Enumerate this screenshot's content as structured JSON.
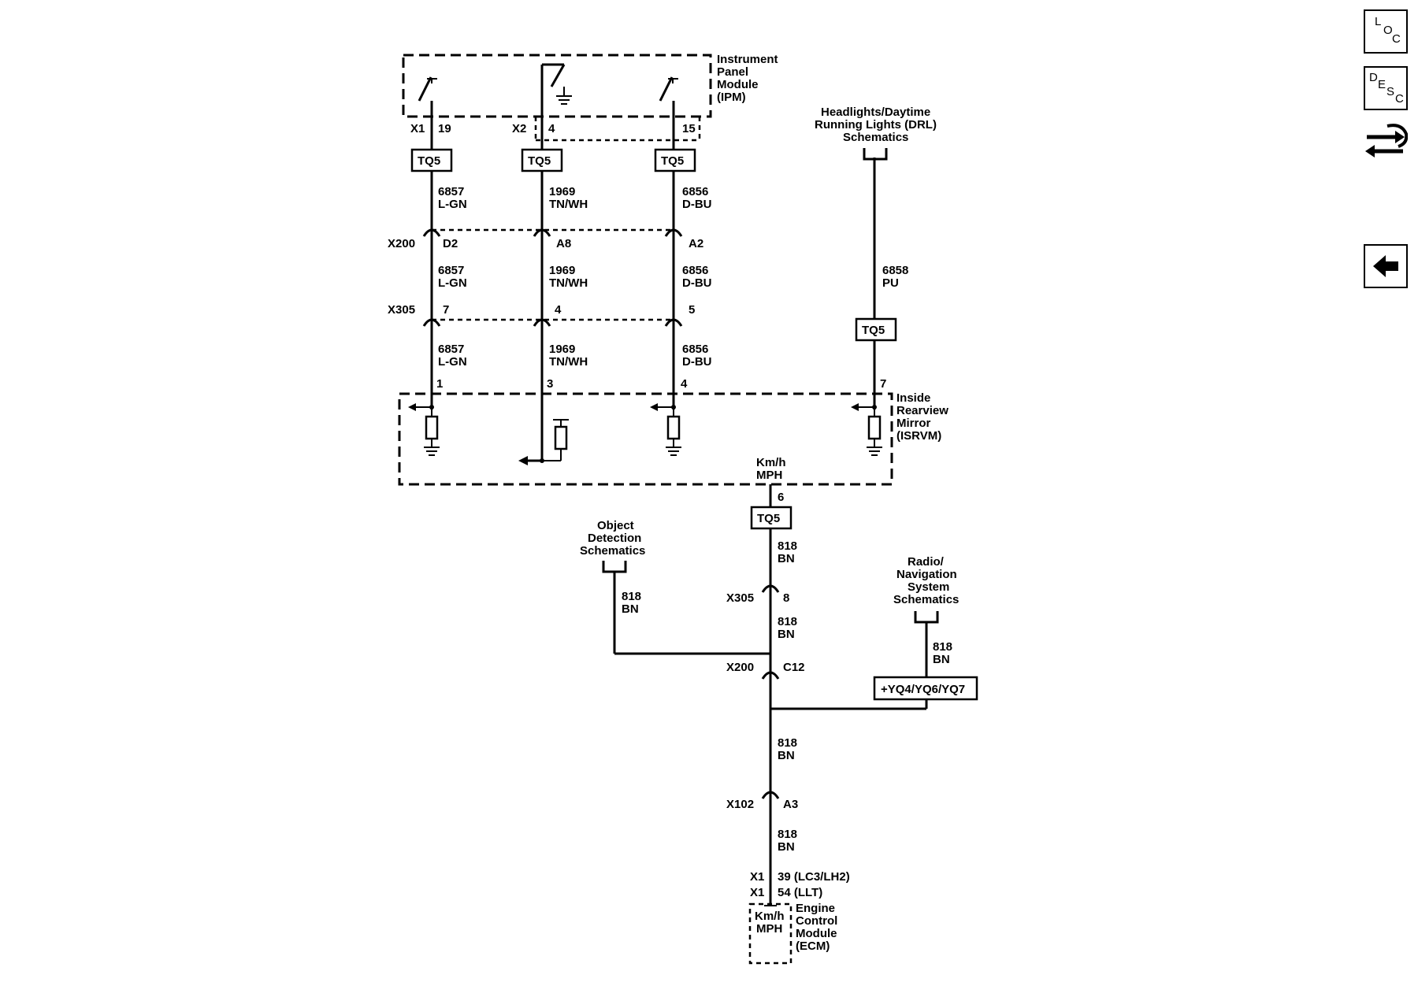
{
  "modules": {
    "ipm": [
      "Instrument",
      "Panel",
      "Module",
      "(IPM)"
    ],
    "isrvm": [
      "Inside",
      "Rearview",
      "Mirror",
      "(ISRVM)"
    ],
    "ecm": [
      "Engine",
      "Control",
      "Module",
      "(ECM)"
    ]
  },
  "refs": {
    "drl": [
      "Headlights/Daytime",
      "Running Lights (DRL)",
      "Schematics"
    ],
    "object": [
      "Object",
      "Detection",
      "Schematics"
    ],
    "radio": [
      "Radio/",
      "Navigation",
      "System",
      "Schematics"
    ]
  },
  "connectors": {
    "x1": "X1",
    "x2": "X2",
    "x200": "X200",
    "x305": "X305",
    "x102": "X102",
    "ipm_pins": [
      "19",
      "4",
      "15"
    ],
    "x200_pins": [
      "D2",
      "A8",
      "A2"
    ],
    "x305_pins": [
      "7",
      "4",
      "5"
    ],
    "isrvm_pins": [
      "1",
      "3",
      "4",
      "7"
    ],
    "isrvm_out_pin": "6",
    "x305_center_pin": "8",
    "x200_center_pin": "C12",
    "x102_pin": "A3",
    "ecm_pin_a": "39 (LC3/LH2)",
    "ecm_pin_b": "54 (LLT)"
  },
  "wires": {
    "a": {
      "circuit": "6857",
      "color": "L-GN"
    },
    "b": {
      "circuit": "1969",
      "color": "TN/WH"
    },
    "c": {
      "circuit": "6856",
      "color": "D-BU"
    },
    "d": {
      "circuit": "6858",
      "color": "PU"
    },
    "e": {
      "circuit": "818",
      "color": "BN"
    }
  },
  "tags": {
    "tq5": "TQ5",
    "option": "+YQ4/YQ6/YQ7"
  },
  "signal": {
    "top": "Km/h",
    "bottom": "MPH"
  },
  "nav": {
    "loc": [
      "L",
      "O",
      "C"
    ],
    "desc": [
      "D",
      "E",
      "S",
      "C"
    ]
  }
}
